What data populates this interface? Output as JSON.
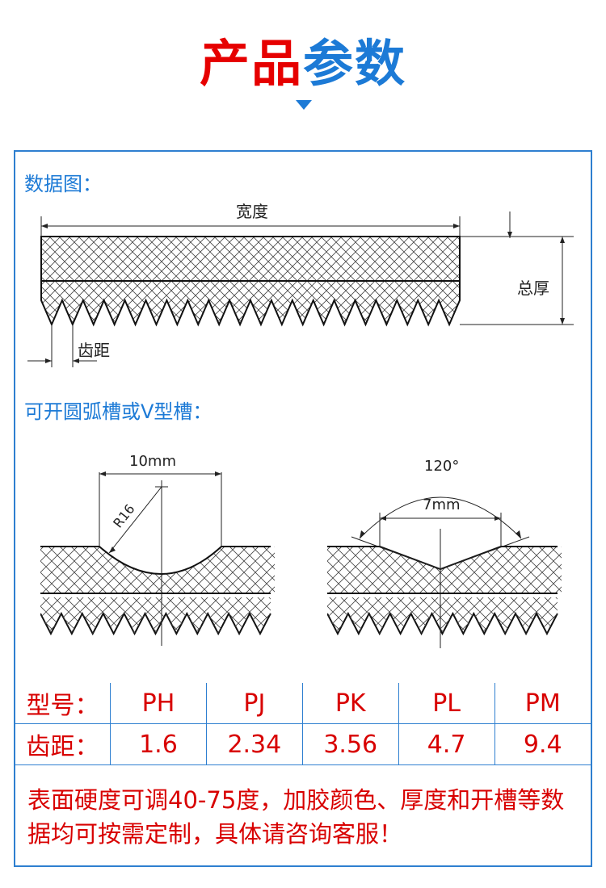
{
  "title": {
    "part1": "产品",
    "part2": "参数"
  },
  "colors": {
    "accent_red": "#e60000",
    "accent_blue": "#1c7ad6",
    "border_blue": "#2e7fd0"
  },
  "data_figure": {
    "label": "数据图：",
    "width_label": "宽度",
    "thickness_label": "总厚",
    "pitch_label": "齿距"
  },
  "groove_section": {
    "label": "可开圆弧槽或V型槽：",
    "arc_groove": {
      "width_label": "10mm",
      "radius_label": "R16"
    },
    "v_groove": {
      "angle_label": "120°",
      "width_label": "7mm"
    }
  },
  "spec_table": {
    "rows": [
      {
        "label": "型号：",
        "cells": [
          "PH",
          "PJ",
          "PK",
          "PL",
          "PM"
        ]
      },
      {
        "label": "齿距：",
        "cells": [
          "1.6",
          "2.34",
          "3.56",
          "4.7",
          "9.4"
        ]
      }
    ]
  },
  "note": "表面硬度可调40-75度，加胶颜色、厚度和开槽等数据均可按需定制，具体请咨询客服！"
}
